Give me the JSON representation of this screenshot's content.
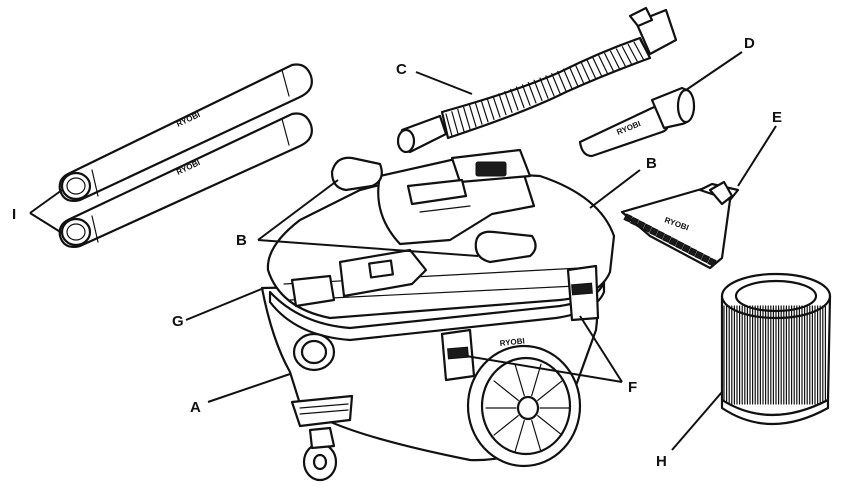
{
  "callouts": {
    "A": "A",
    "B_left": "B",
    "B_right": "B",
    "C": "C",
    "D": "D",
    "E": "E",
    "F": "F",
    "G": "G",
    "H": "H",
    "I": "I"
  },
  "logo_text": "RYOBI",
  "colors": {
    "line": "#111111",
    "background": "#ffffff"
  }
}
